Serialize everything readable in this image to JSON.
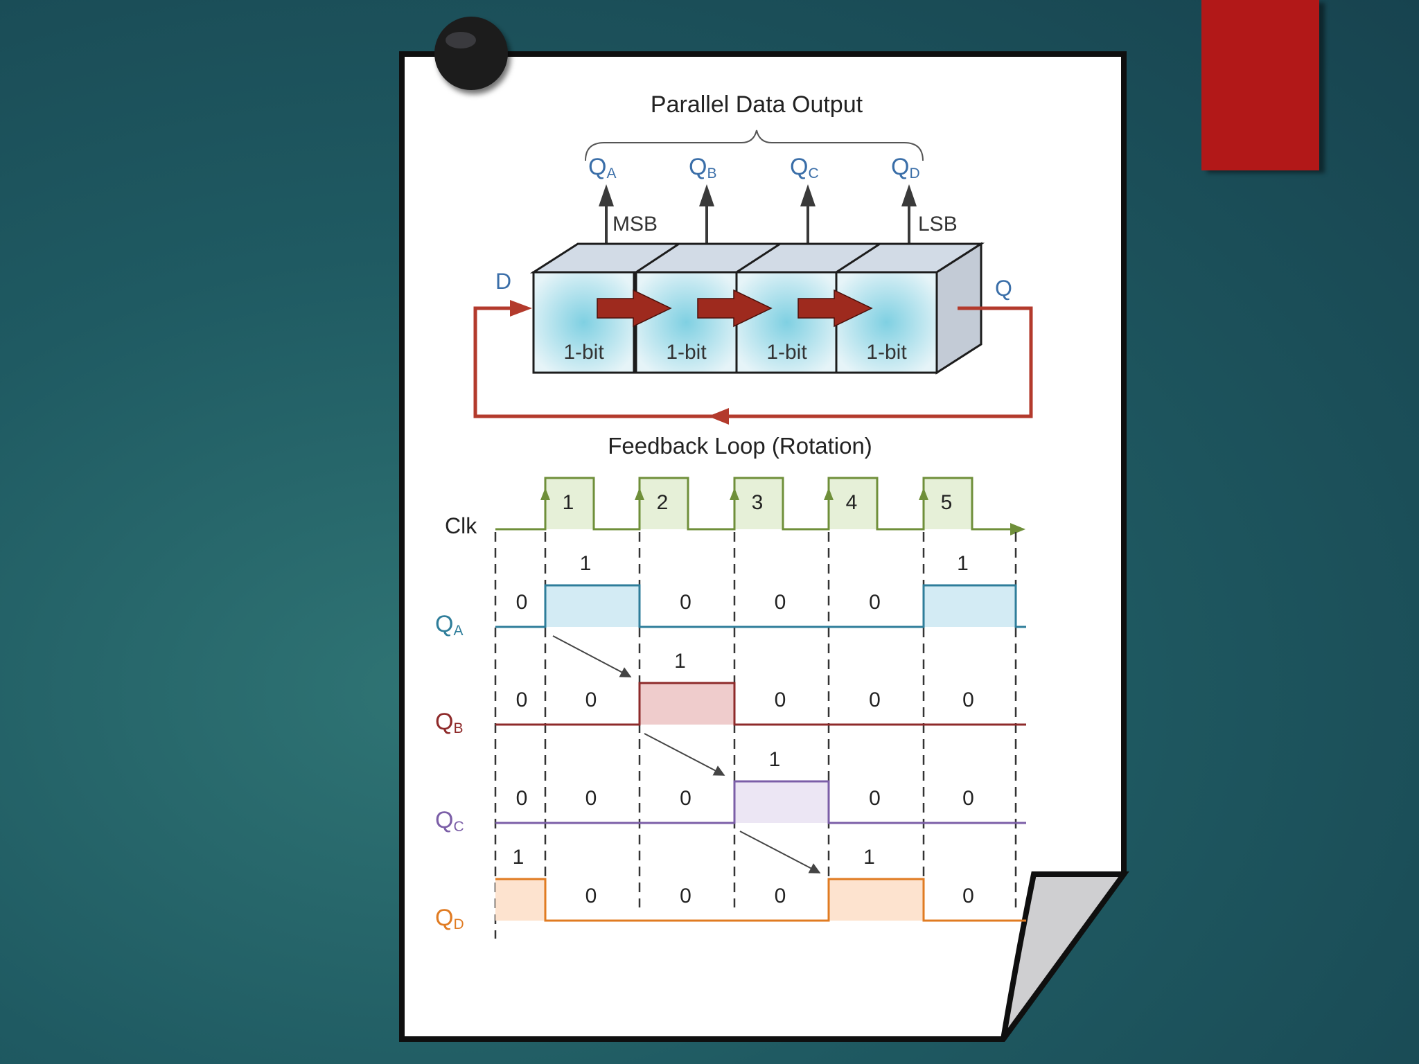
{
  "diagram": {
    "title": "Parallel Data Output",
    "outputs": [
      {
        "main": "Q",
        "sub": "A"
      },
      {
        "main": "Q",
        "sub": "B"
      },
      {
        "main": "Q",
        "sub": "C"
      },
      {
        "main": "Q",
        "sub": "D"
      }
    ],
    "msb_label": "MSB",
    "lsb_label": "LSB",
    "input_label": "D",
    "output_label": "Q",
    "cell_label": "1-bit",
    "feedback_label": "Feedback Loop (Rotation)"
  },
  "timing": {
    "clock_label": "Clk",
    "pulses": [
      "1",
      "2",
      "3",
      "4",
      "5"
    ],
    "signals": [
      {
        "main": "Q",
        "sub": "A",
        "color": "#2e7d9a",
        "fill": "#d3ebf4",
        "levels": [
          0,
          1,
          0,
          0,
          0,
          1
        ],
        "bits": [
          "0",
          "1",
          "0",
          "0",
          "0",
          "1"
        ]
      },
      {
        "main": "Q",
        "sub": "B",
        "color": "#8e2a2a",
        "fill": "#efcccc",
        "levels": [
          0,
          0,
          1,
          0,
          0,
          0
        ],
        "bits": [
          "0",
          "0",
          "1",
          "0",
          "0",
          "0"
        ]
      },
      {
        "main": "Q",
        "sub": "C",
        "color": "#7b5ea7",
        "fill": "#ece6f4",
        "levels": [
          0,
          0,
          0,
          1,
          0,
          0
        ],
        "bits": [
          "0",
          "0",
          "0",
          "1",
          "0",
          "0"
        ]
      },
      {
        "main": "Q",
        "sub": "D",
        "color": "#e07b22",
        "fill": "#fde3cf",
        "levels": [
          1,
          0,
          0,
          0,
          1,
          0
        ],
        "bits": [
          "1",
          "0",
          "0",
          "0",
          "1",
          "0"
        ]
      }
    ]
  },
  "colors": {
    "clock": "#6f8f3a",
    "clock_fill": "#e6f0d8",
    "label_blue": "#3a6ea8",
    "feedback": "#b33a2c",
    "shift_arrow": "#9e2a1e",
    "block_face": "#bfe3ee",
    "block_top": "#d2dbe6",
    "block_side": "#c3cbd6"
  }
}
